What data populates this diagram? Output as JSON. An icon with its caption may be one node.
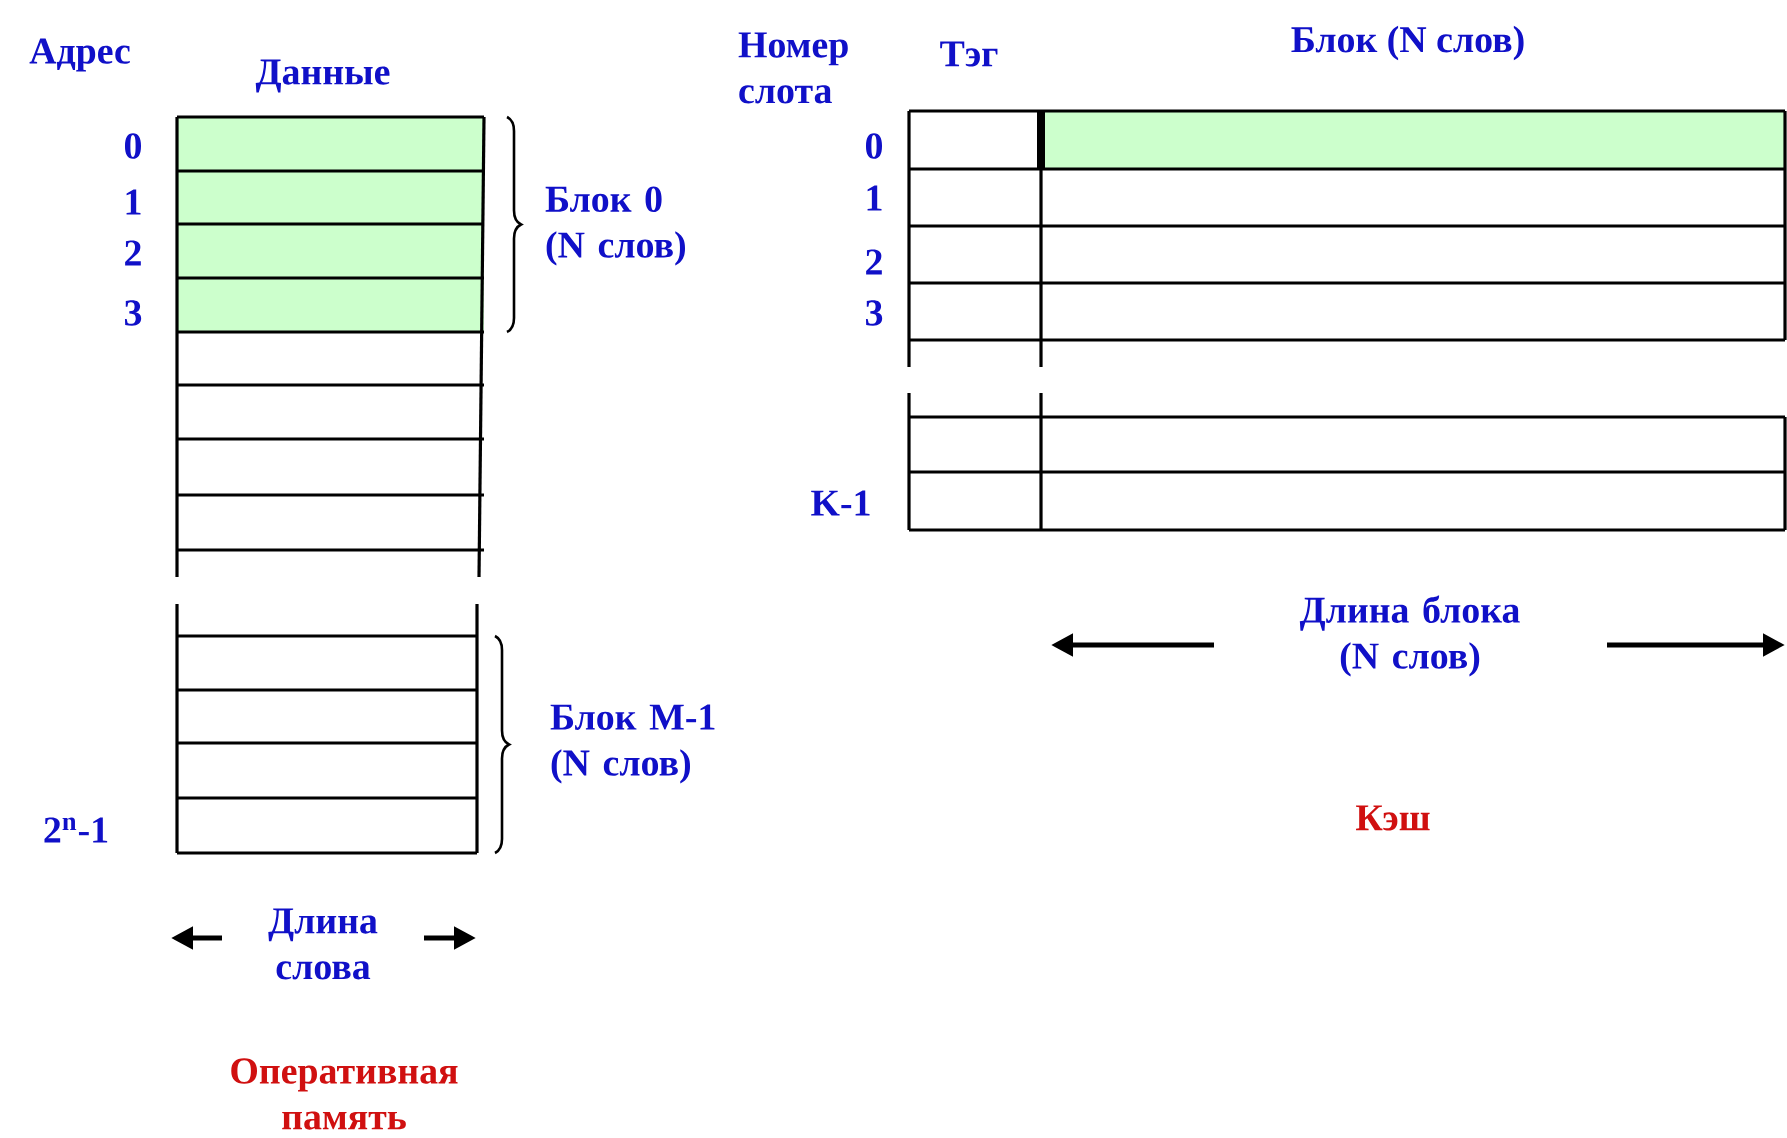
{
  "diagram": {
    "labels": [
      "Адрес",
      "Данные",
      "Номер слота",
      "Тэг",
      "Блок (N слов)",
      "0",
      "1",
      "2",
      "3",
      "0",
      "1",
      "2",
      "3",
      "K-1",
      "Блок 0 (N слов)",
      "Блок M-1 (N слов)",
      "2$^{n}$-1",
      "Длина блока (N слов)",
      "Кэш",
      "Длина слова",
      "Оперативная память"
    ]
  }
}
